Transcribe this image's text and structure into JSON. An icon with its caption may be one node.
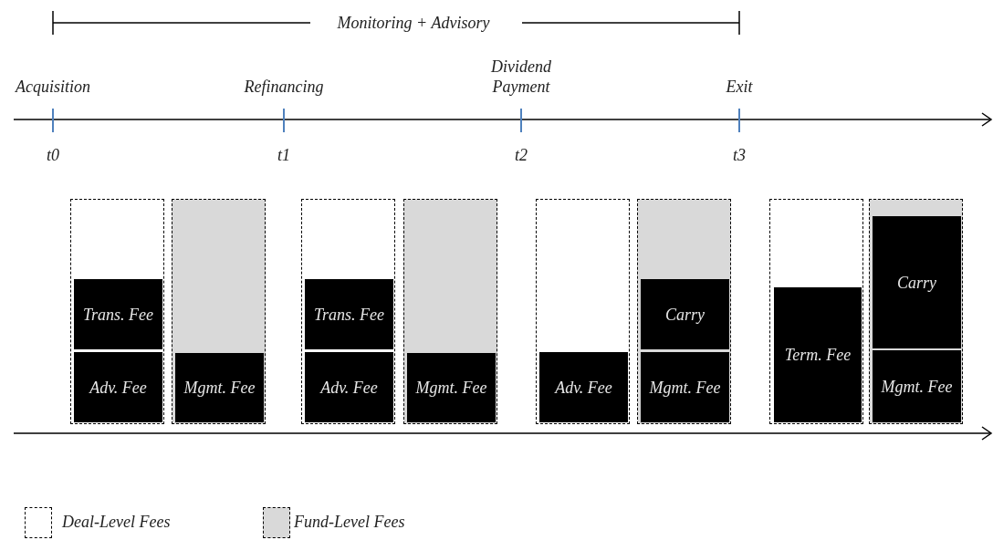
{
  "diagram": {
    "nodes": [
      {
        "text": [],
        "shape": "box"
      },
      {
        "text": [
          "Trans. Fee"
        ],
        "in": 0
      },
      {
        "text": [
          "Adv. Fee"
        ],
        "in": 0
      },
      {
        "text": [],
        "shape": "box"
      },
      {
        "text": [
          "Mgmt. Fee"
        ],
        "in": 3
      },
      {
        "text": [],
        "shape": "box"
      },
      {
        "text": [
          "Trans. Fee"
        ],
        "in": 5
      },
      {
        "text": [
          "Adv. Fee"
        ],
        "in": 5
      },
      {
        "text": [],
        "shape": "box"
      },
      {
        "text": [
          "Mgmt. Fee"
        ],
        "in": 8
      },
      {
        "text": [],
        "shape": "box"
      },
      {
        "text": [
          "Adv. Fee"
        ],
        "in": 10
      },
      {
        "text": [],
        "shape": "box"
      },
      {
        "text": [
          "Carry"
        ],
        "in": 12
      },
      {
        "text": [
          "Mgmt. Fee"
        ],
        "in": 12
      },
      {
        "text": [],
        "shape": "box"
      },
      {
        "text": [
          "Term. Fee"
        ],
        "in": 15
      },
      {
        "text": [],
        "shape": "box"
      },
      {
        "text": [
          "Carry"
        ],
        "in": 17
      },
      {
        "text": [
          "Mgmt. Fee"
        ],
        "in": 17
      }
    ],
    "labels": [
      "Monitoring + Advisory",
      "Acquisition",
      "Refinancing",
      "Dividend Payment",
      "Exit",
      "t0",
      "t1",
      "t2",
      "t3"
    ],
    "legend": [
      {
        "text": "Deal-Level Fees",
        "color": "#ffffff"
      },
      {
        "text": "Fund-Level Fees",
        "color": "#d9d9d9"
      }
    ]
  }
}
